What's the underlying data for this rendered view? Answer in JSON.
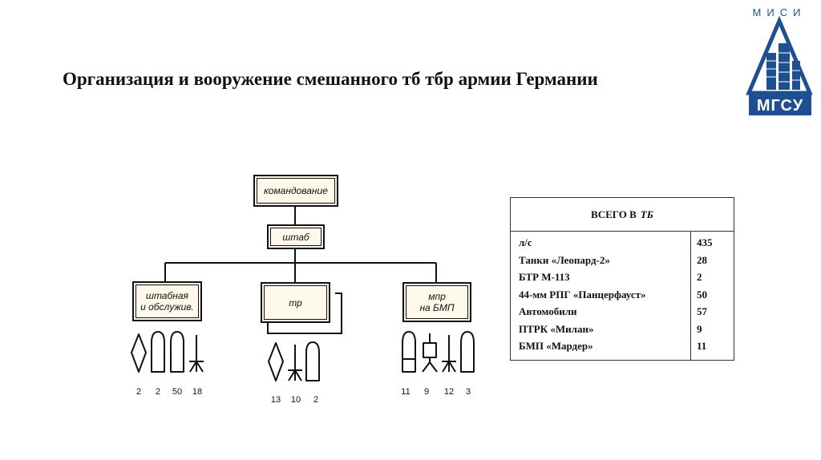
{
  "slide": {
    "title": "Организация и вооружение смешанного тб тбр армии Германии"
  },
  "logo": {
    "top_text": "МИСИ",
    "bottom_text": "МГСУ",
    "colors": {
      "blue": "#1d4f91"
    }
  },
  "org_chart": {
    "command": "командование",
    "staff": "штаб",
    "units": [
      {
        "label": "штабная и обслужив.",
        "line1": "штабная",
        "line2": "и обслужив.",
        "counts": [
          "2",
          "2",
          "50",
          "18"
        ]
      },
      {
        "label": "тр",
        "counts": [
          "13",
          "10",
          "2"
        ]
      },
      {
        "label": "мпр на БМП",
        "line1": "мпр",
        "line2": "на БМП",
        "counts": [
          "11",
          "9",
          "12",
          "3"
        ]
      }
    ],
    "colors": {
      "box_fill": "#fef9ea",
      "line": "#111111"
    }
  },
  "summary_table": {
    "header_main": "ВСЕГО В",
    "header_italic": "ТБ",
    "rows": [
      {
        "label": "л/с",
        "value": "435"
      },
      {
        "label": "Танки «Леопард-2»",
        "value": "28"
      },
      {
        "label": "БТР М-113",
        "value": "2"
      },
      {
        "label": "44-мм РПГ «Панцерфауст»",
        "value": "50"
      },
      {
        "label": "Автомобили",
        "value": "57"
      },
      {
        "label": "ПТРК «Милан»",
        "value": "9"
      },
      {
        "label": "БМП «Мардер»",
        "value": "11"
      }
    ]
  }
}
